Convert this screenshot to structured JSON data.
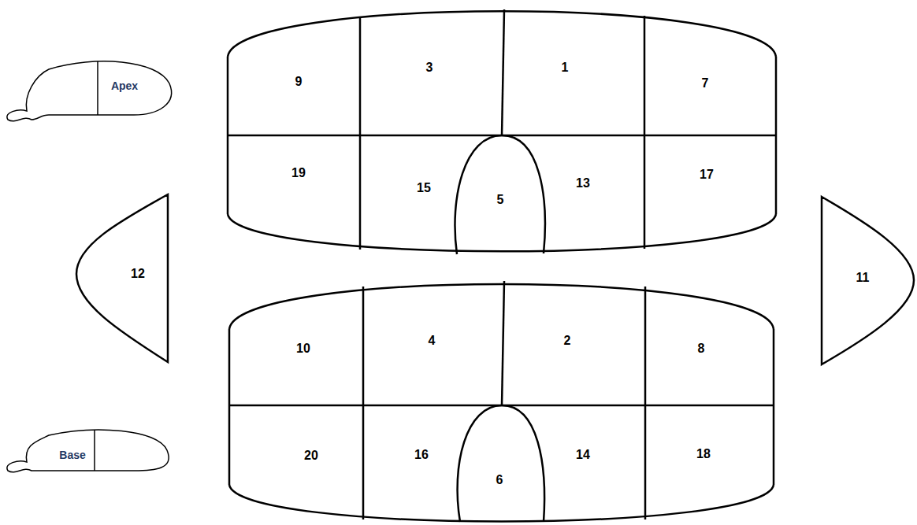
{
  "diagram": {
    "labels": [
      "Apex",
      "9",
      "3",
      "1",
      "7",
      "19",
      "15",
      "5",
      "13",
      "17",
      "12",
      "11",
      "10",
      "4",
      "2",
      "8",
      "Base",
      "20",
      "16",
      "6",
      "14",
      "18"
    ]
  }
}
